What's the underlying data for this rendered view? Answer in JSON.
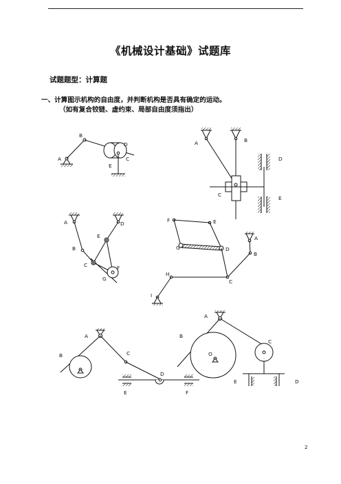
{
  "header": {
    "rule": true
  },
  "title": "《机械设计基础》试题库",
  "question_type": "试题题型：计算题",
  "question": {
    "number_text": "一、计算图示机构的自由度，并判断机构是否具有确定的运动。",
    "note": "（如有复合铰链、虚约束、局部自由度须指出）"
  },
  "figures": {
    "fig1": {
      "labels": [
        "B",
        "A",
        "D",
        "C",
        "E"
      ]
    },
    "fig2": {
      "labels": [
        "A",
        "B",
        "D",
        "C",
        "E"
      ]
    },
    "fig3": {
      "labels": [
        "A",
        "D",
        "E",
        "B",
        "C",
        "F",
        "G"
      ]
    },
    "fig4": {
      "labels": [
        "F",
        "E",
        "G",
        "D",
        "A",
        "B",
        "H",
        "C",
        "I"
      ]
    },
    "fig5": {
      "labels": [
        "A",
        "B",
        "C",
        "D",
        "E",
        "F"
      ]
    },
    "fig6": {
      "labels": [
        "A",
        "B",
        "O",
        "C",
        "E",
        "D"
      ]
    }
  },
  "page_number": "2"
}
